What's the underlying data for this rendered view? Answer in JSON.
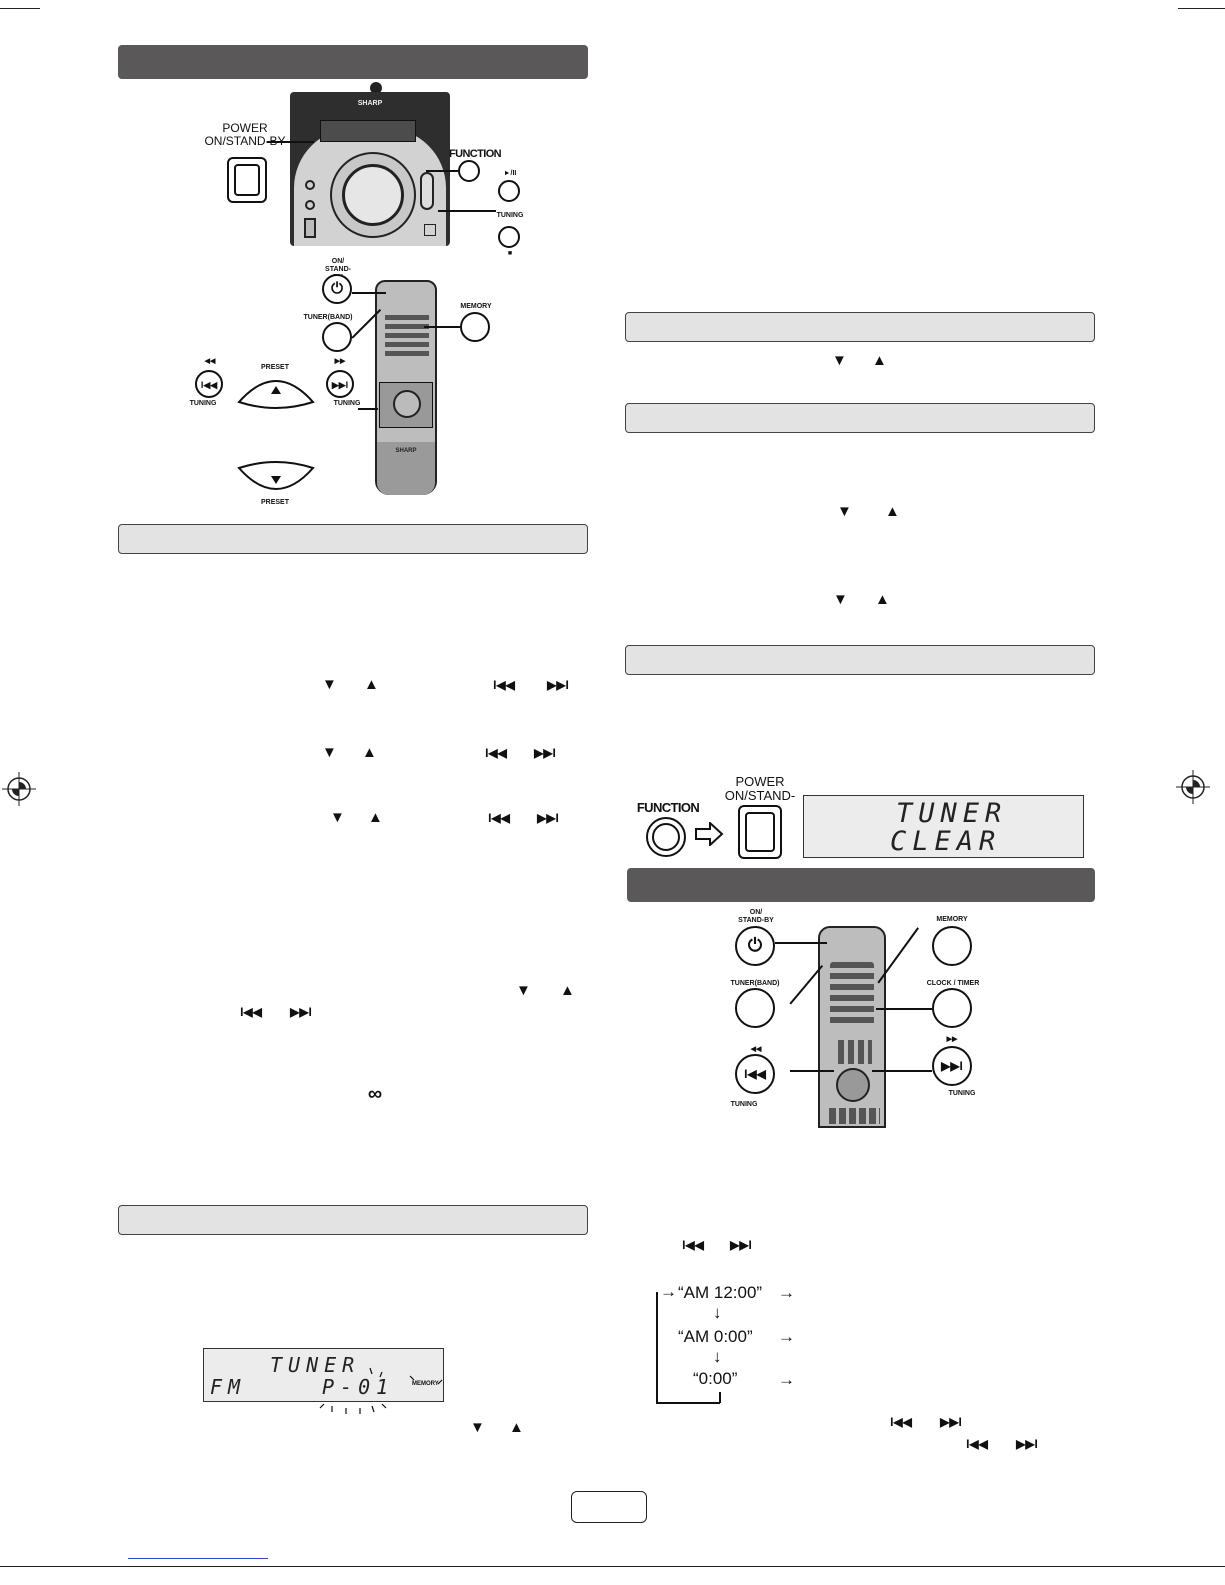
{
  "main_unit": {
    "brand": "SHARP",
    "power_label": "POWER\nON/STAND-BY",
    "function_label": "FUNCTION",
    "play_pause_label": "►/II",
    "tuning_label": "TUNING",
    "stop_label": "■"
  },
  "remote_top": {
    "on_standby_label": "ON/\nSTAND-BY",
    "tuner_band_label": "TUNER(BAND)",
    "memory_label": "MEMORY",
    "preset_up_label": "PRESET",
    "preset_down_label": "PRESET",
    "tuning_left_label": "TUNING",
    "tuning_right_label": "TUNING",
    "remote_brand": "SHARP"
  },
  "glyphs": {
    "down": "▼",
    "up": "▲",
    "prev": "I◀◀",
    "next": "▶▶I",
    "rewind": "◀◀",
    "forward": "▶▶",
    "power": "⏻",
    "stereo": "∞"
  },
  "memory_display": {
    "line1": "TUNER",
    "band": "FM",
    "preset": "P-01",
    "badge": "MEMORY"
  },
  "clear_diagram": {
    "function_label": "FUNCTION",
    "power_label": "POWER\nON/STAND-BY",
    "line1": "TUNER",
    "line2": "CLEAR"
  },
  "remote_bottom": {
    "on_standby_label": "ON/\nSTAND-BY",
    "memory_label": "MEMORY",
    "tuner_band_label": "TUNER(BAND)",
    "clock_timer_label": "CLOCK / TIMER",
    "tuning_left_label": "TUNING",
    "tuning_right_label": "TUNING"
  },
  "clock_flow": {
    "item1": "“AM 12:00”",
    "item2": "“AM 0:00”",
    "item3": "“0:00”",
    "arrow_right": "→",
    "arrow_down": "↓"
  }
}
